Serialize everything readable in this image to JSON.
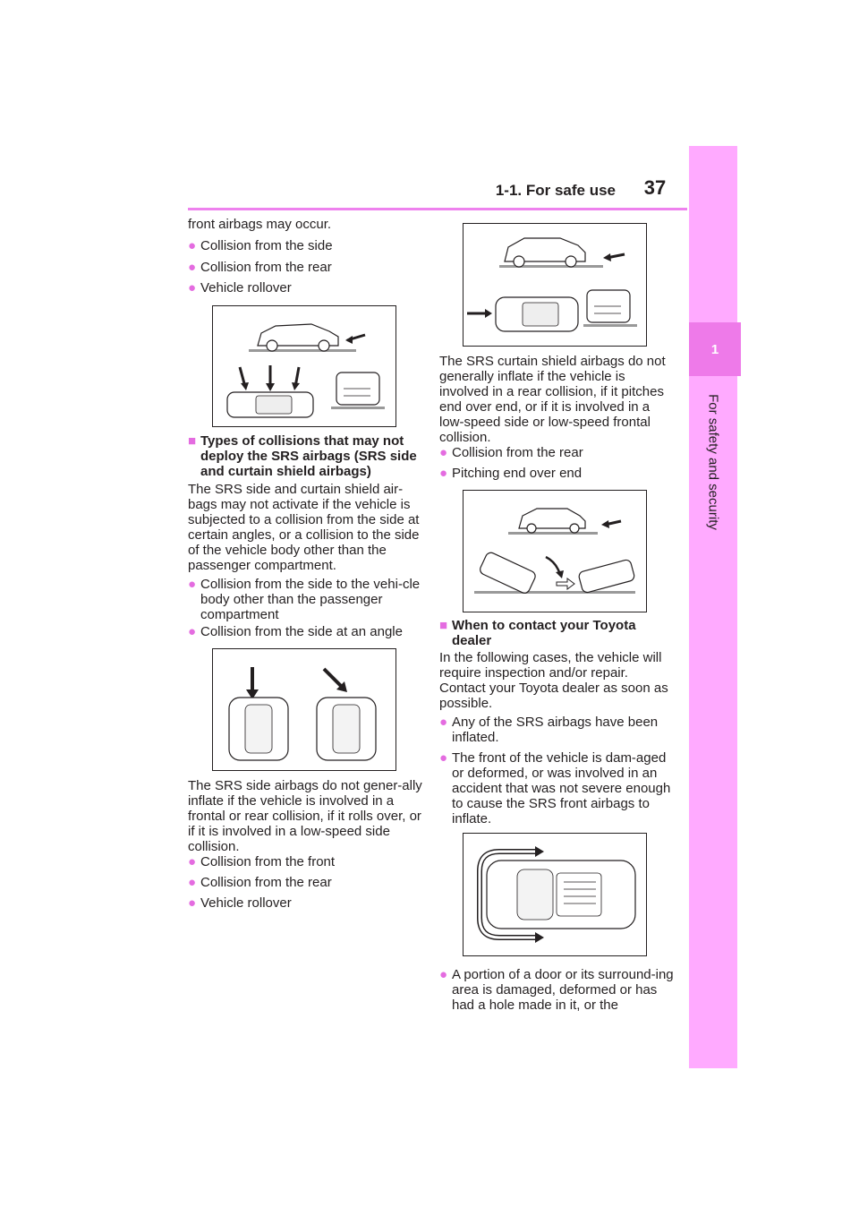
{
  "header": {
    "section_title": "1-1. For safe use",
    "page_number": "37"
  },
  "side_tab": {
    "chapter_number": "1",
    "chapter_title": "For safety and security"
  },
  "left_column": {
    "intro": "front airbags may occur.",
    "list1": [
      "Collision from the side",
      "Collision from the rear",
      "Vehicle rollover"
    ],
    "heading1": "Types of collisions that may not deploy the SRS airbags (SRS side and curtain shield airbags)",
    "para1": "The SRS side and curtain shield air-bags may not activate if the vehicle is subjected to a collision from the side at certain angles, or a collision to the side of the vehicle body other than the passenger compartment.",
    "list2": [
      "Collision from the side to the vehi-cle body other than the passenger compartment",
      "Collision from the side at an angle"
    ],
    "para2": "The SRS side airbags do not gener-ally inflate if the vehicle is involved in a frontal or rear collision, if it rolls over, or if it is involved in a low-speed side collision.",
    "list3": [
      "Collision from the front",
      "Collision from the rear",
      "Vehicle rollover"
    ]
  },
  "right_column": {
    "para1": "The SRS curtain shield airbags do not generally inflate if the vehicle is involved in a rear collision, if it pitches end over end, or if it is involved in a low-speed side or low-speed frontal collision.",
    "list1": [
      "Collision from the rear",
      "Pitching end over end"
    ],
    "heading1": "When to contact your Toyota dealer",
    "para2": "In the following cases, the vehicle will require inspection and/or repair. Contact your Toyota dealer as soon as possible.",
    "list2": [
      "Any of the SRS airbags have been inflated.",
      "The front of the vehicle is dam-aged or deformed, or was involved in an accident that was not severe enough to cause the SRS front airbags to inflate.",
      "A portion of a door or its surround-ing area is damaged, deformed or has had a hole made in it, or the"
    ]
  },
  "icons": {
    "bullet": "●",
    "heading_marker": "■"
  },
  "colors": {
    "accent": "#ee82ee",
    "side_tab": "#ffaaff",
    "chapter_tab": "#ee7ae9",
    "bullet": "#e46ce0"
  }
}
